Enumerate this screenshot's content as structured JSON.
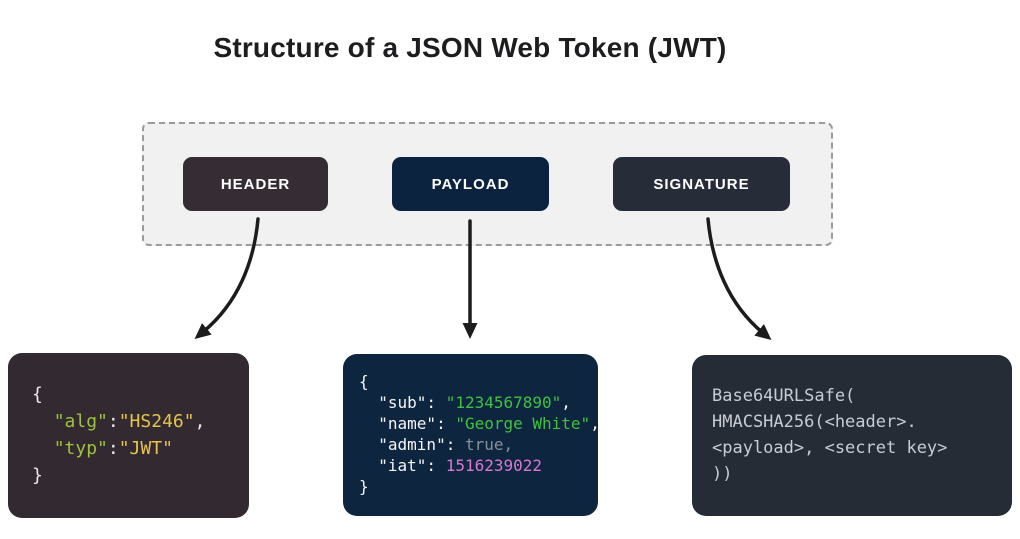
{
  "title": "Structure of a JSON Web Token (JWT)",
  "parts": [
    {
      "label": "HEADER",
      "bg": "#362c34"
    },
    {
      "label": "PAYLOAD",
      "bg": "#0c2340"
    },
    {
      "label": "SIGNATURE",
      "bg": "#272d38"
    }
  ],
  "arrow_color": "#1c1c1c",
  "panel_colors": {
    "fill": "#f1f1f2",
    "border": "#9b9b9b"
  },
  "blocks": {
    "header": {
      "bg": "#332a31",
      "lines": [
        [
          {
            "t": "{",
            "c": "#eceaeb"
          }
        ],
        [
          {
            "t": "  ",
            "c": "#eceaeb"
          },
          {
            "t": "\"alg\"",
            "c": "#9dc33c"
          },
          {
            "t": ":",
            "c": "#eceaeb"
          },
          {
            "t": "\"HS246\"",
            "c": "#e5c44a"
          },
          {
            "t": ",",
            "c": "#eceaeb"
          }
        ],
        [
          {
            "t": "  ",
            "c": "#eceaeb"
          },
          {
            "t": "\"typ\"",
            "c": "#9dc33c"
          },
          {
            "t": ":",
            "c": "#eceaeb"
          },
          {
            "t": "\"JWT\"",
            "c": "#e5c44a"
          }
        ],
        [
          {
            "t": "}",
            "c": "#eceaeb"
          }
        ]
      ]
    },
    "payload": {
      "bg": "#0e2540",
      "lines": [
        [
          {
            "t": "{",
            "c": "#f5f5f5"
          }
        ],
        [
          {
            "t": "  \"sub\": ",
            "c": "#f5f5f5"
          },
          {
            "t": "\"1234567890\"",
            "c": "#3fc23f"
          },
          {
            "t": ",",
            "c": "#f5f5f5"
          }
        ],
        [
          {
            "t": "  \"name\": ",
            "c": "#f5f5f5"
          },
          {
            "t": "\"George White\"",
            "c": "#3fc23f"
          },
          {
            "t": ",",
            "c": "#f5f5f5"
          }
        ],
        [
          {
            "t": "  \"admin\": ",
            "c": "#f5f5f5"
          },
          {
            "t": "true,",
            "c": "#8a9099"
          }
        ],
        [
          {
            "t": "  \"iat\": ",
            "c": "#f5f5f5"
          },
          {
            "t": "1516239022",
            "c": "#d878d0"
          }
        ],
        [
          {
            "t": "}",
            "c": "#f5f5f5"
          }
        ]
      ]
    },
    "signature": {
      "bg": "#262c36",
      "lines": [
        [
          {
            "t": "Base64URLSafe(",
            "c": "#c7ccd4"
          }
        ],
        [
          {
            "t": "HMACSHA256(<header>.",
            "c": "#c7ccd4"
          }
        ],
        [
          {
            "t": "<payload>, <secret key>",
            "c": "#c7ccd4"
          }
        ],
        [
          {
            "t": "))",
            "c": "#c7ccd4"
          }
        ]
      ]
    }
  }
}
